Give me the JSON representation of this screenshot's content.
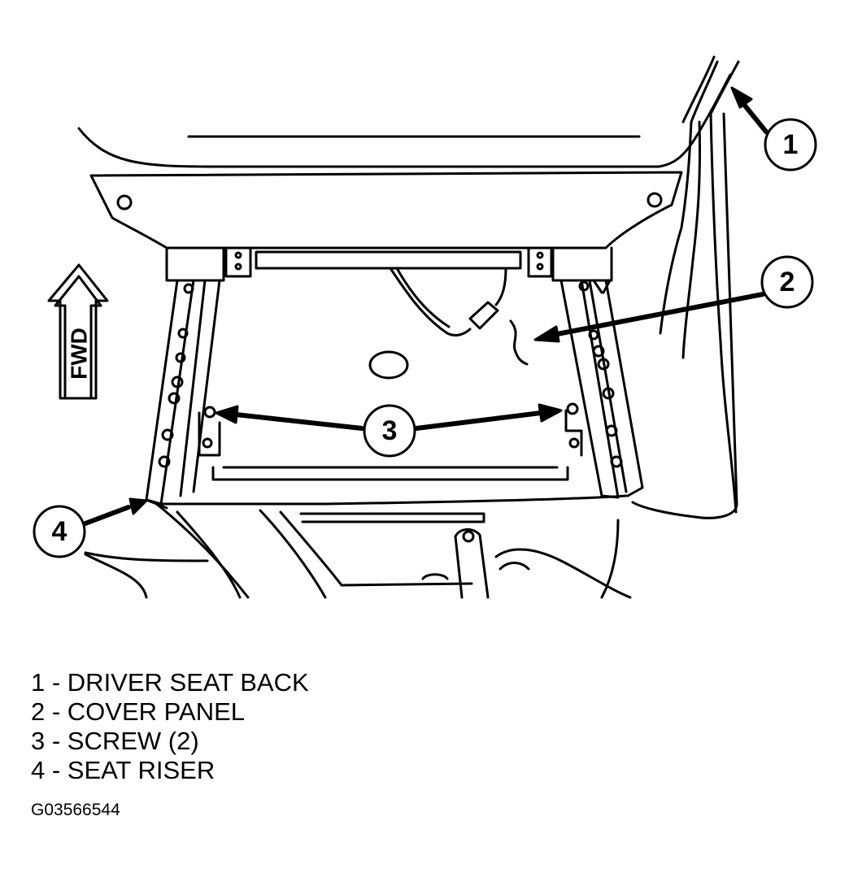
{
  "diagram": {
    "direction_label": "FWD",
    "callouts": [
      {
        "number": "1",
        "target": "driver-seat-back"
      },
      {
        "number": "2",
        "target": "cover-panel"
      },
      {
        "number": "3",
        "target": "screw"
      },
      {
        "number": "4",
        "target": "seat-riser"
      }
    ]
  },
  "legend": [
    "1 - DRIVER SEAT BACK",
    "2 - COVER PANEL",
    "3 - SCREW (2)",
    "4 - SEAT RISER"
  ],
  "figure_id": "G03566544"
}
